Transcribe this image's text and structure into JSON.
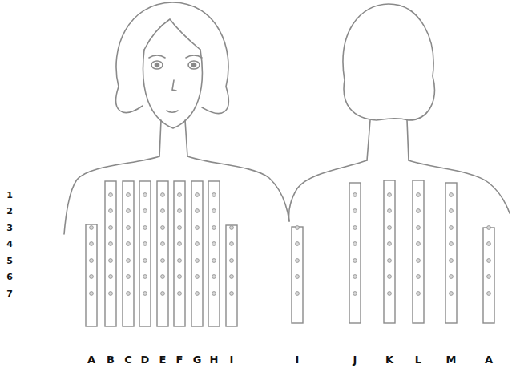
{
  "diagram": {
    "labels": [
      "1",
      "2",
      "3",
      "4",
      "5",
      "6",
      "7",
      "A",
      "B",
      "C",
      "D",
      "E",
      "F",
      "G",
      "H",
      "I",
      "I",
      "J",
      "K",
      "L",
      "M",
      "A"
    ]
  }
}
